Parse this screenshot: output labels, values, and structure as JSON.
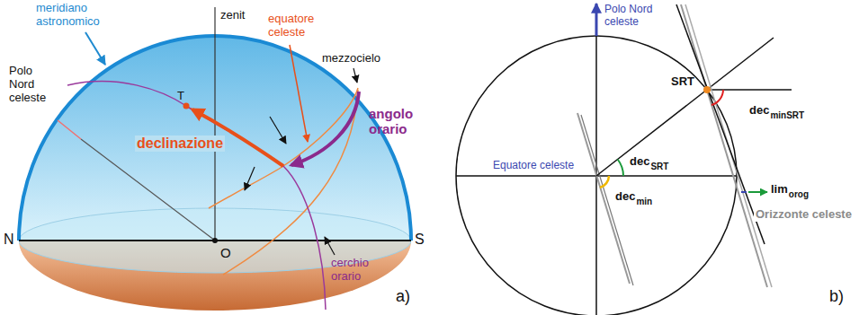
{
  "diagram": {
    "labels": [
      "meridiano astronomico",
      "zenit",
      "equatore celeste",
      "Polo Nord celeste",
      "mezzocielo",
      "T",
      "declinazione",
      "angolo orario",
      "cerchio orario",
      "N",
      "O",
      "S",
      "a)",
      "Polo Nord celeste",
      "Equatore celeste",
      "SRT",
      "dec",
      "SRT",
      "dec",
      "min",
      "dec",
      "minSRT",
      "lim",
      "orog",
      "Orizzonte celeste",
      "b)"
    ]
  }
}
